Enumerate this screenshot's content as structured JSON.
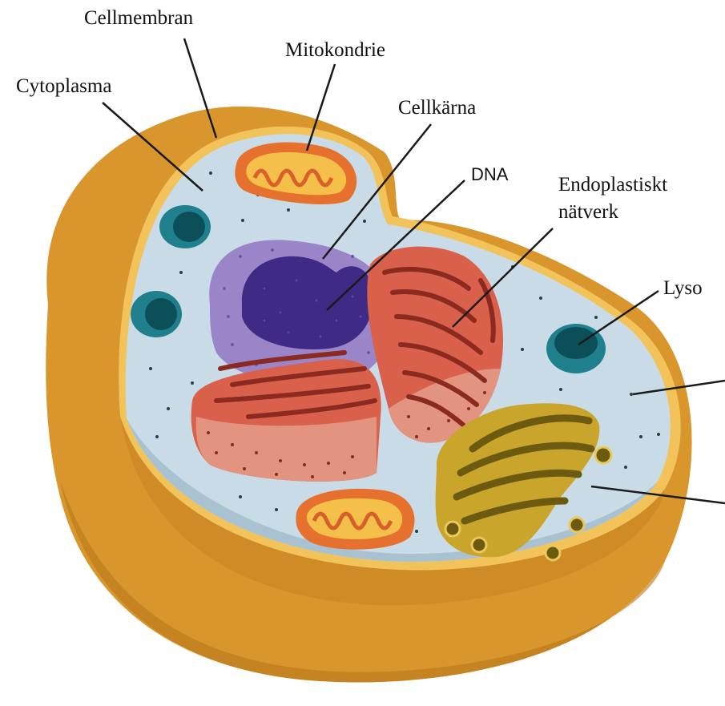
{
  "labels": {
    "cellmembran": "Cellmembran",
    "mitokondrie": "Mitokondrie",
    "cytoplasma": "Cytoplasma",
    "cellkarna": "Cellkärna",
    "dna": "DNA",
    "endoplastiskt_line1": "Endoplastiskt",
    "endoplastiskt_line2": "nätverk",
    "lyso_truncated": "Lyso"
  },
  "colors": {
    "cell_outer": "#d9962c",
    "cell_rim": "#f0c25a",
    "cytoplasm": "#c9dbe6",
    "nucleus_envelope": "#9b85c9",
    "nucleus_inner": "#3f2a85",
    "er": "#d9604a",
    "er_dots": "#e5958a",
    "golgi": "#c9a52c",
    "golgi_inner": "#8a7a1a",
    "mitochondria": "#e6702e",
    "mitochondria_inner": "#f4c04a",
    "vesicle": "#1f7f8c",
    "background": "#ffffff"
  }
}
